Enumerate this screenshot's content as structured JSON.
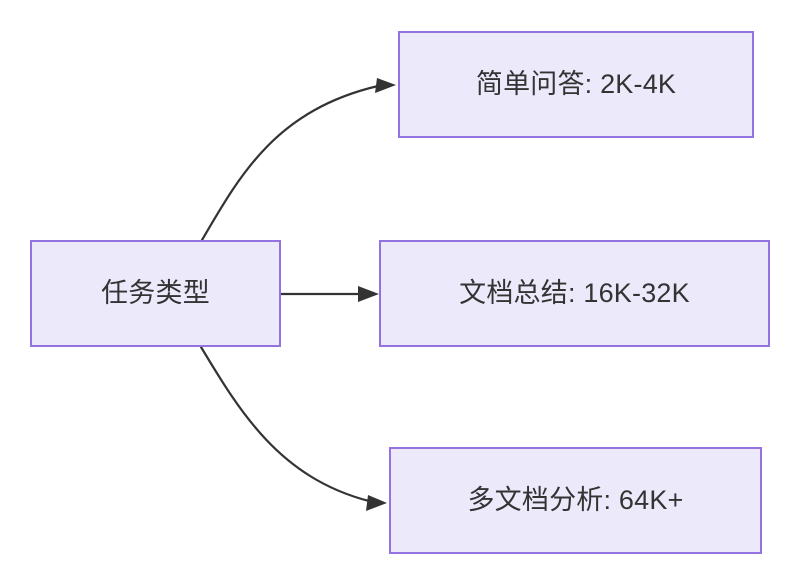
{
  "diagram": {
    "title": "任务类型",
    "background_color": "#ffffff",
    "node_fill_color": "#ece9fb",
    "node_border_color": "#9473e0",
    "text_color": "#333333",
    "edge_color": "#333333",
    "root": {
      "id": "root",
      "label": "任务类型"
    },
    "branches": [
      {
        "id": "simple",
        "label": "简单问答: 2K-4K",
        "task": "简单问答",
        "context_range": "2K-4K",
        "edge_style": "curved",
        "arrow": "arrowhead-icon"
      },
      {
        "id": "summary",
        "label": "文档总结: 16K-32K",
        "task": "文档总结",
        "context_range": "16K-32K",
        "edge_style": "straight",
        "arrow": "arrowhead-icon"
      },
      {
        "id": "multidoc",
        "label": "多文档分析: 64K+",
        "task": "多文档分析",
        "context_range": "64K+",
        "edge_style": "curved",
        "arrow": "arrowhead-icon"
      }
    ]
  }
}
